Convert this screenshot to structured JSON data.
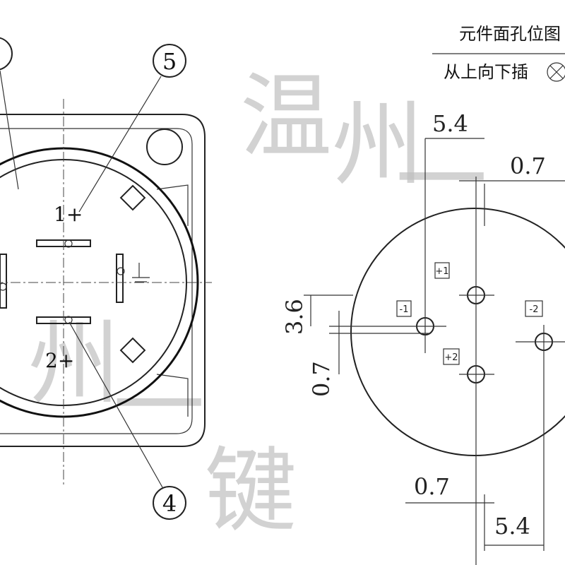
{
  "left_view": {
    "callouts": [
      "5",
      "4"
    ],
    "pin_labels": [
      "1+",
      "2+"
    ]
  },
  "right_view": {
    "title": "元件面孔位图",
    "insert_note": "从上向下插",
    "pin_tags": [
      "+1",
      "-1",
      "-2",
      "+2"
    ],
    "dimensions": {
      "top_wide": "5.4",
      "top_narrow": "0.7",
      "left_tall": "3.6",
      "left_small": "0.7",
      "bottom_narrow": "0.7",
      "bottom_wide": "5.4"
    }
  },
  "watermark": [
    "温",
    "州",
    "一",
    "键"
  ]
}
